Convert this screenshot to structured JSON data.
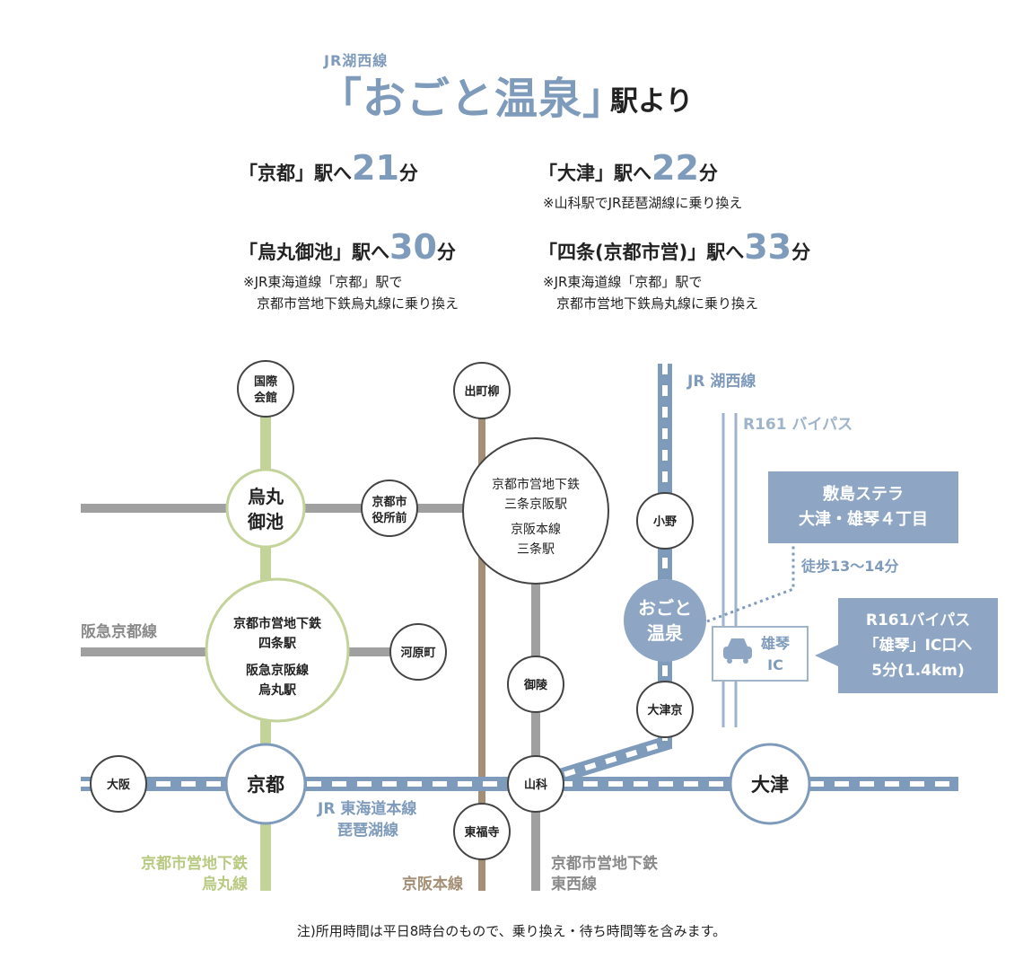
{
  "header": {
    "line": "JR湖西線",
    "station": "「おごと温泉」",
    "suffix": "駅より"
  },
  "routes": [
    {
      "pre": "「京都」駅へ",
      "num": "21",
      "unit": "分",
      "notes": []
    },
    {
      "pre": "「大津」駅へ",
      "num": "22",
      "unit": "分",
      "notes": [
        "※山科駅でJR琵琶湖線に乗り換え"
      ]
    },
    {
      "pre": "「烏丸御池」駅へ",
      "num": "30",
      "unit": "分",
      "notes": [
        "※JR東海道線「京都」駅で",
        "　京都市営地下鉄烏丸線に乗り換え"
      ]
    },
    {
      "pre": "「四条(京都市営)」駅へ",
      "num": "33",
      "unit": "分",
      "notes": [
        "※JR東海道線「京都」駅で",
        "　京都市営地下鉄烏丸線に乗り換え"
      ]
    }
  ],
  "map": {
    "stations": {
      "kokusai": [
        "国際",
        "会館"
      ],
      "karasuma_oike": [
        "烏丸",
        "御池"
      ],
      "shiyakusho": [
        "京都市",
        "役所前"
      ],
      "demachi": [
        "出町柳"
      ],
      "sanjo": [
        "京都市営地下鉄",
        "三条京阪駅",
        "京阪本線",
        "三条駅"
      ],
      "ono": [
        "小野"
      ],
      "ogoto": [
        "おごと",
        "温泉"
      ],
      "shijo": [
        "京都市営地下鉄",
        "四条駅",
        "阪急京阪線",
        "烏丸駅"
      ],
      "kawaramachi": [
        "河原町"
      ],
      "misasagi": [
        "御陵"
      ],
      "otsukyo": [
        "大津京"
      ],
      "osaka": [
        "大阪"
      ],
      "kyoto": [
        "京都"
      ],
      "yamashina": [
        "山科"
      ],
      "otsu": [
        "大津"
      ],
      "tofukuji": [
        "東福寺"
      ]
    },
    "line_labels": {
      "kosei": "JR 湖西線",
      "bypass": "R161 バイパス",
      "hankyu": "阪急京都線",
      "tokaido": [
        "JR 東海道本線",
        "琵琶湖線"
      ],
      "karasuma_line": [
        "京都市営地下鉄",
        "烏丸線"
      ],
      "keihan": "京阪本線",
      "tozai": [
        "京都市営地下鉄",
        "東西線"
      ]
    },
    "destination_box": [
      "敷島ステラ",
      "大津・雄琴４丁目"
    ],
    "walk": "徒歩13〜14分",
    "ic": [
      "雄琴",
      "IC"
    ],
    "ic_box": [
      "R161バイパス",
      "「雄琴」IC口へ",
      "5分(1.4km)"
    ],
    "colors": {
      "jr": "#7f9bbb",
      "karasuma": "#c3d39a",
      "keihan": "#a48f76",
      "tozai": "#a0a0a0",
      "hankyu": "#a0a0a0"
    }
  },
  "footnote": "注)所用時間は平日8時台のもので、乗り換え・待ち時間等を含みます。"
}
